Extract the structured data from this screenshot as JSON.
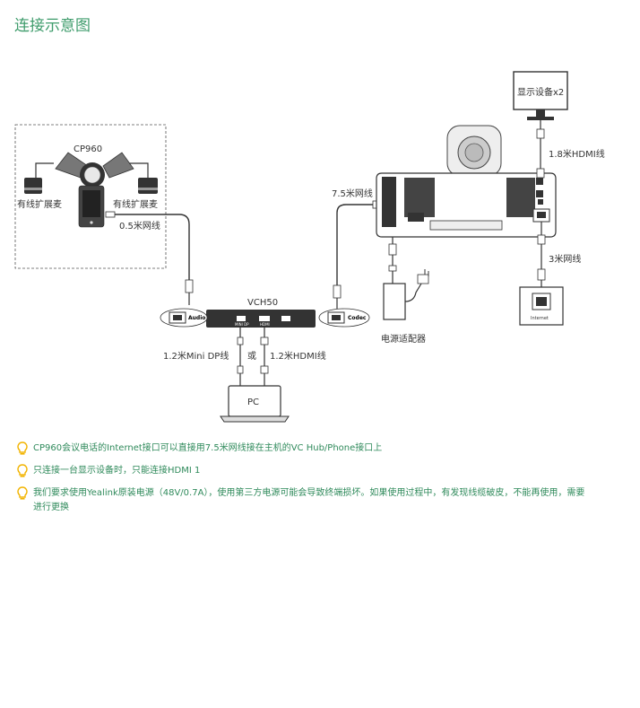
{
  "title": "连接示意图",
  "accent_color": "#3f9c6c",
  "labels": {
    "cp960": "CP960",
    "mic_left": "有线扩展麦",
    "mic_right": "有线扩展麦",
    "cable_05": "0.5米网线",
    "cable_75": "7.5米网线",
    "cable_18_hdmi": "1.8米HDMI线",
    "display": "显示设备x2",
    "cable_3": "3米网线",
    "internet": "Internet",
    "vch50": "VCH50",
    "audio": "Audio",
    "codec": "Codec",
    "port_minidp": "MINI DP",
    "port_hdmi": "HDMI",
    "cable_12_minidp": "1.2米Mini DP线",
    "or": "或",
    "cable_12_hdmi": "1.2米HDMI线",
    "pc": "PC",
    "power_adapter": "电源适配器"
  },
  "notes": [
    {
      "icon": "lightbulb-icon",
      "text": "CP960会议电话的Internet接口可以直接用7.5米网线接在主机的VC Hub/Phone接口上"
    },
    {
      "icon": "lightbulb-icon",
      "text": "只连接一台显示设备时，只能连接HDMI 1"
    },
    {
      "icon": "lightbulb-icon",
      "text": "我们要求使用Yealink原装电源（48V/0.7A），使用第三方电源可能会导致终端损坏。如果使用过程中，有发现线缆破皮，不能再使用，需要进行更换"
    }
  ]
}
